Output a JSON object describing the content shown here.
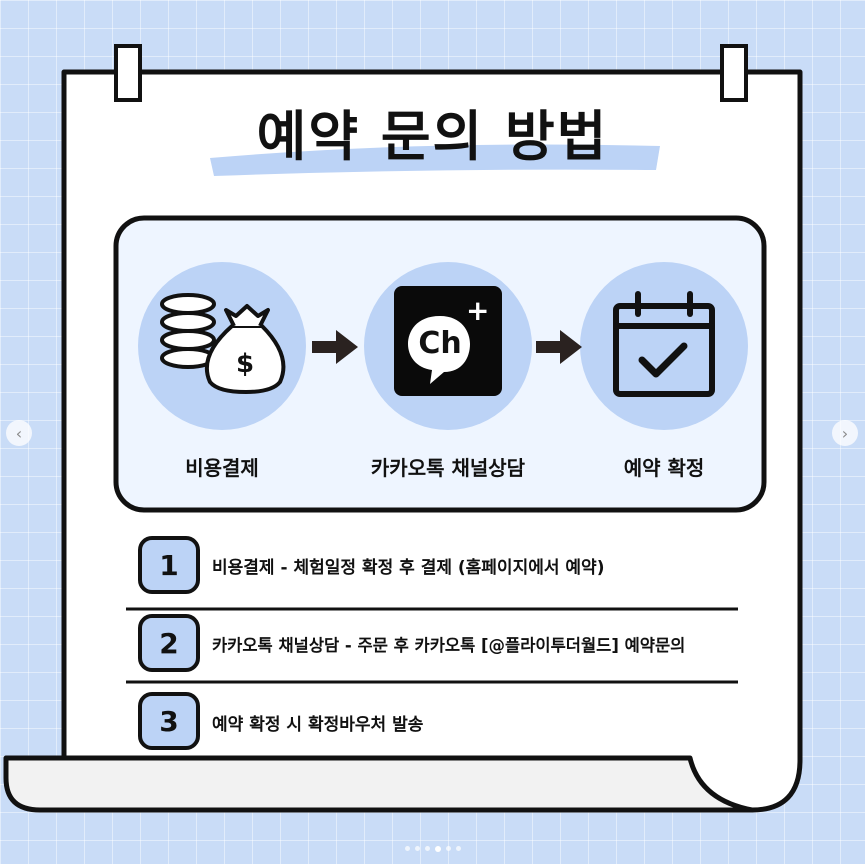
{
  "title": "예약 문의 방법",
  "flow": {
    "steps": [
      {
        "label": "비용결제",
        "icon": "money-bag-icon"
      },
      {
        "label": "카카오톡 채널상담",
        "icon": "kakao-channel-icon",
        "badge": "Ch",
        "plus": "+"
      },
      {
        "label": "예약 확정",
        "icon": "calendar-check-icon"
      }
    ]
  },
  "steps": [
    {
      "number": "1",
      "text": "비용결제 -  체험일정 확정 후 결제 (홈페이지에서 예약)"
    },
    {
      "number": "2",
      "text": "카카오톡 채널상담 - 주문 후 카카오톡 [@플라이투더월드] 예약문의"
    },
    {
      "number": "3",
      "text": "예약 확정 시 확정바우처 발송"
    }
  ],
  "nav": {
    "prev": "‹",
    "next": "›"
  },
  "carousel": {
    "count": 6,
    "active_index": 3
  },
  "colors": {
    "background": "#c9dcf7",
    "circle": "#bcd3f6",
    "panel": "#eef5ff",
    "number_box": "#bcd3f6",
    "ink": "#111111"
  }
}
